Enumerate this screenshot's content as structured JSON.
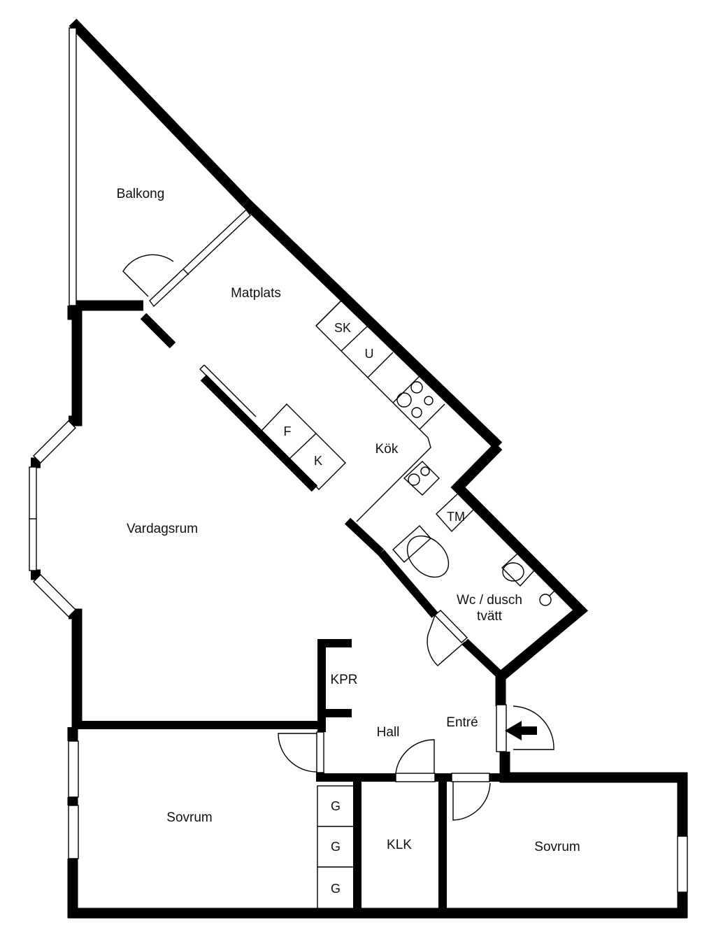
{
  "rooms": {
    "balkong": "Balkong",
    "matplats": "Matplats",
    "kok": "Kök",
    "vardagsrum": "Vardagsrum",
    "wc_line1": "Wc / dusch",
    "wc_line2": "tvätt",
    "kpr": "KPR",
    "hall": "Hall",
    "entre": "Entré",
    "sovrum_left": "Sovrum",
    "klk": "KLK",
    "sovrum_right": "Sovrum"
  },
  "fixtures": {
    "sk": "SK",
    "u": "U",
    "f": "F",
    "k": "K",
    "tm": "TM",
    "g1": "G",
    "g2": "G",
    "g3": "G"
  }
}
